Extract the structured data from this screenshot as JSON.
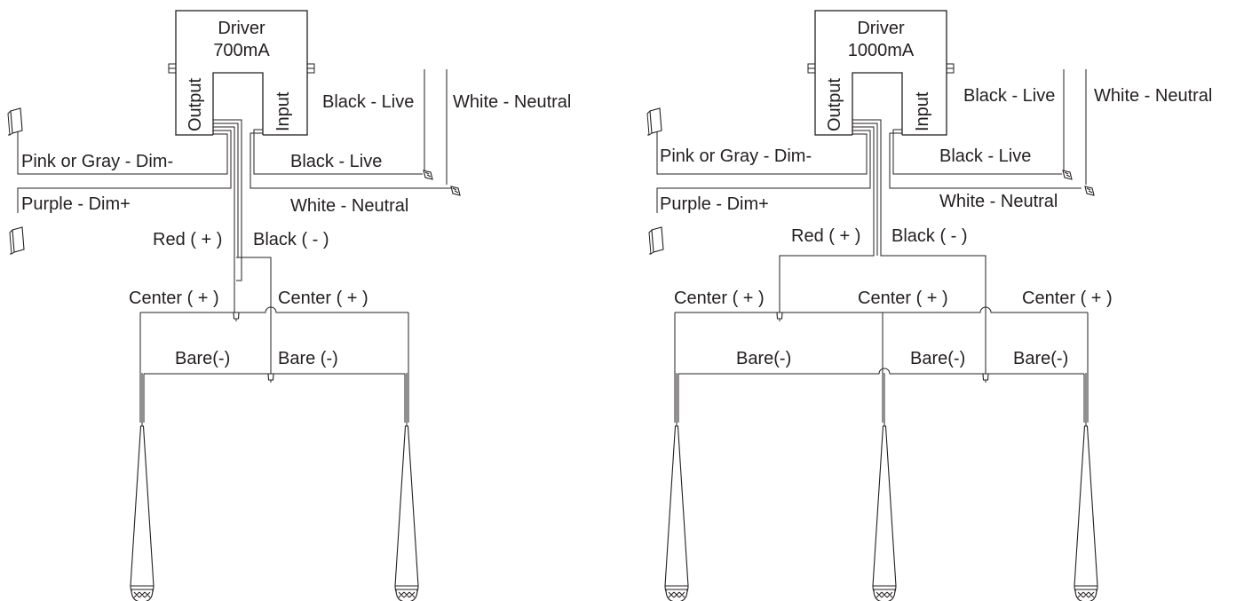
{
  "diagrams": [
    {
      "driver": {
        "title": "Driver",
        "rating": "700mA",
        "output": "Output",
        "input": "Input"
      },
      "wires": {
        "black_live_supply": "Black - Live",
        "white_neutral_supply": "White - Neutral",
        "black_live": "Black - Live",
        "white_neutral": "White - Neutral",
        "dim_minus": "Pink or Gray - Dim-",
        "dim_plus": "Purple - Dim+",
        "red": "Red ( + )",
        "black": "Black ( - )"
      },
      "centers": [
        "Center ( + )",
        "Center ( + )"
      ],
      "bares": [
        "Bare(-)",
        "Bare (-)"
      ]
    },
    {
      "driver": {
        "title": "Driver",
        "rating": "1000mA",
        "output": "Output",
        "input": "Input"
      },
      "wires": {
        "black_live_supply": "Black - Live",
        "white_neutral_supply": "White - Neutral",
        "black_live": "Black - Live",
        "white_neutral": "White - Neutral",
        "dim_minus": "Pink or Gray - Dim-",
        "dim_plus": "Purple - Dim+",
        "red": "Red ( + )",
        "black": "Black ( - )"
      },
      "centers": [
        "Center ( + )",
        "Center ( + )",
        "Center ( + )"
      ],
      "bares": [
        "Bare(-)",
        "Bare(-)",
        "Bare(-)"
      ]
    }
  ]
}
